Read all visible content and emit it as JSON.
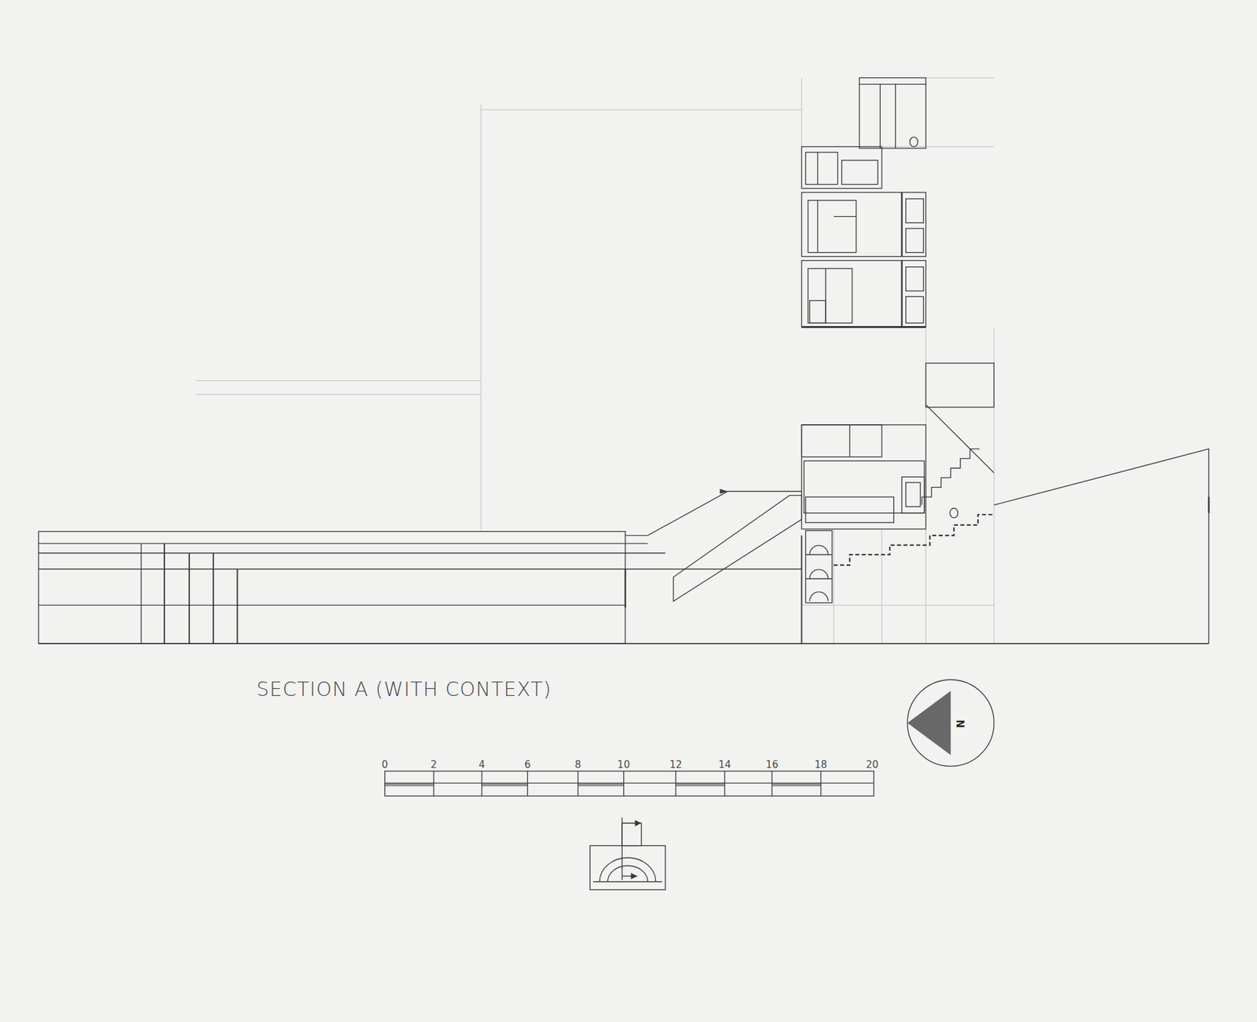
{
  "diagram": {
    "title": "SECTION A (WITH CONTEXT)",
    "labels": [
      "0",
      "2",
      "4",
      "6",
      "8",
      "10",
      "12",
      "14",
      "16",
      "18",
      "20",
      "N"
    ]
  }
}
